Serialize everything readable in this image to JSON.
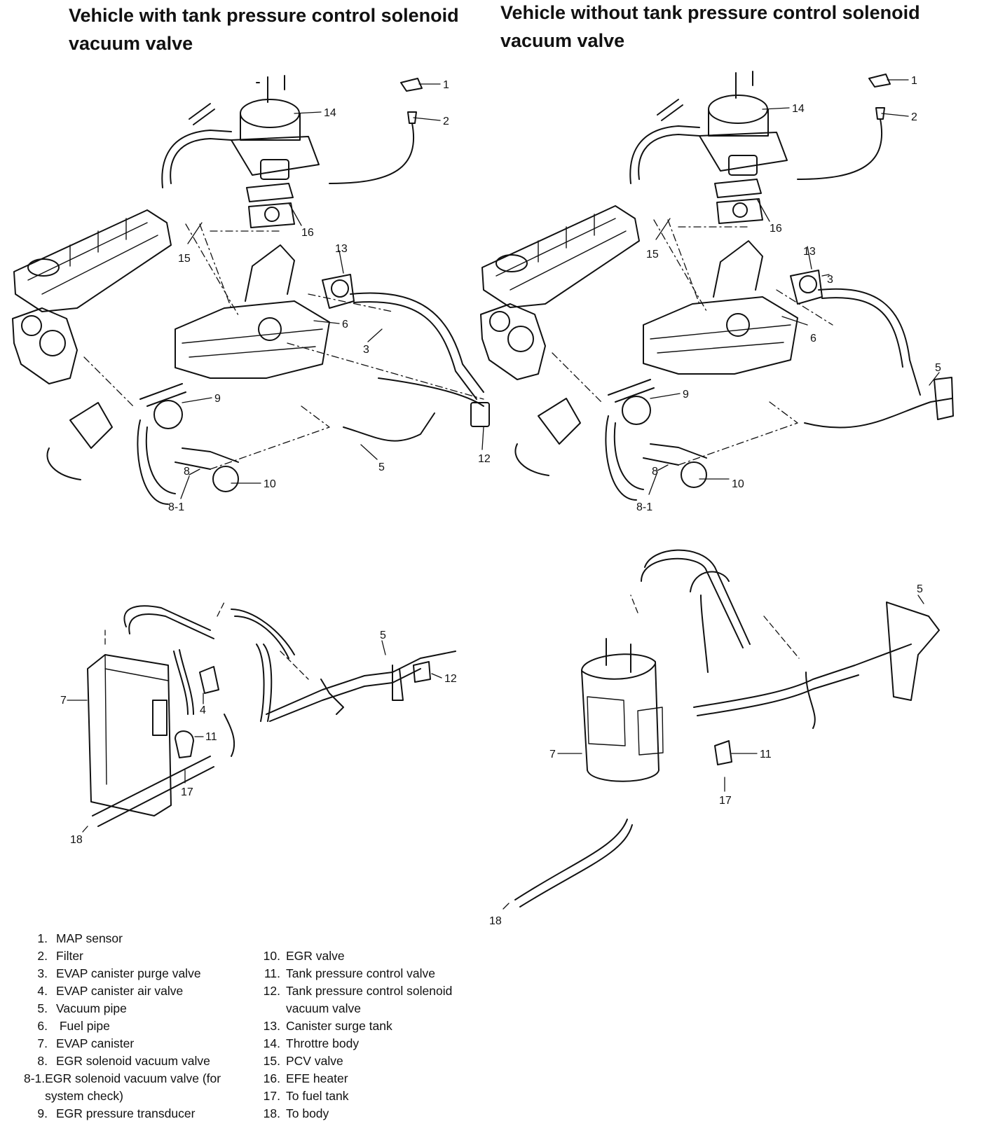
{
  "headings": {
    "left": "Vehicle with tank pressure control solenoid vacuum valve",
    "right": "Vehicle without tank pressure control solenoid vacuum valve"
  },
  "callouts": {
    "left_top": [
      "1",
      "2",
      "14",
      "16",
      "15",
      "13",
      "6",
      "3",
      "9",
      "5",
      "12",
      "8",
      "8-1",
      "10"
    ],
    "right_top": [
      "1",
      "2",
      "14",
      "16",
      "15",
      "13",
      "3",
      "6",
      "5",
      "9",
      "8",
      "8-1",
      "10"
    ],
    "left_bottom": [
      "7",
      "5",
      "12",
      "4",
      "11",
      "17",
      "18"
    ],
    "right_bottom": [
      "5",
      "7",
      "11",
      "17",
      "18"
    ]
  },
  "legend": {
    "left": [
      {
        "num": "1.",
        "text": "MAP sensor"
      },
      {
        "num": "2.",
        "text": "Filter"
      },
      {
        "num": "3.",
        "text": "EVAP canister purge valve"
      },
      {
        "num": "4.",
        "text": "EVAP canister air valve"
      },
      {
        "num": "5.",
        "text": "Vacuum pipe"
      },
      {
        "num": "6.",
        "text": " Fuel pipe"
      },
      {
        "num": "7.",
        "text": "EVAP canister"
      },
      {
        "num": "8.",
        "text": "EGR solenoid vacuum valve"
      },
      {
        "num": "8-1.",
        "text": "EGR solenoid vacuum valve (for system check)"
      },
      {
        "num": "9.",
        "text": "EGR pressure transducer"
      }
    ],
    "right": [
      {
        "num": "10.",
        "text": "EGR valve"
      },
      {
        "num": "11.",
        "text": "Tank pressure control valve"
      },
      {
        "num": "12.",
        "text": "Tank pressure control solenoid vacuum valve"
      },
      {
        "num": "13.",
        "text": "Canister surge tank"
      },
      {
        "num": "14.",
        "text": "Throttre body"
      },
      {
        "num": "15.",
        "text": "PCV valve"
      },
      {
        "num": "16.",
        "text": "EFE heater"
      },
      {
        "num": "17.",
        "text": "To fuel tank"
      },
      {
        "num": "18.",
        "text": "To body"
      }
    ]
  }
}
